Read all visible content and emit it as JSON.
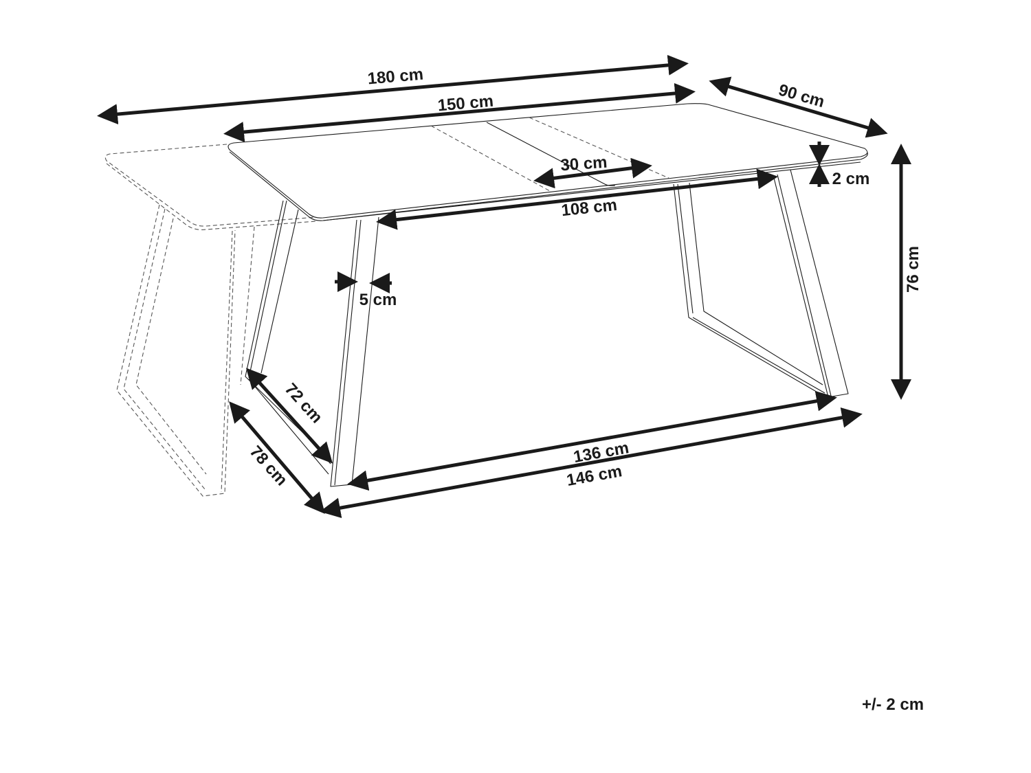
{
  "diagram": {
    "subject": "Extendable dining table dimensions",
    "line_color": "#1a1a1a",
    "dimensions": {
      "extended_length": "180 cm",
      "length": "150 cm",
      "depth": "90 cm",
      "extension_leaf": "30 cm",
      "top_thickness": "2 cm",
      "height": "76 cm",
      "leg_gap_top": "108 cm",
      "leg_width": "5 cm",
      "leg_inner_depth": "72 cm",
      "leg_outer_depth": "78 cm",
      "leg_inner_span": "136 cm",
      "leg_outer_span": "146 cm"
    },
    "tolerance_note": "+/- 2 cm"
  }
}
